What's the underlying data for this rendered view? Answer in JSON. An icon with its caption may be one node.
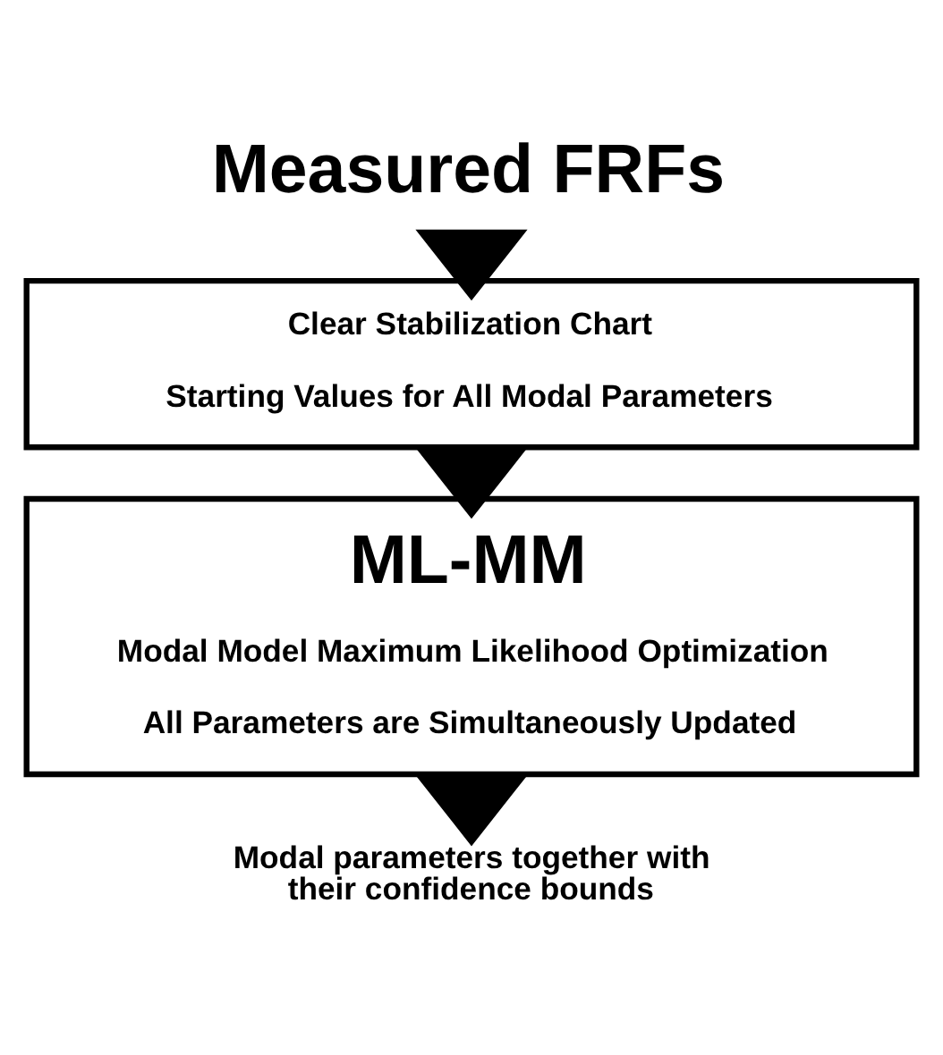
{
  "diagram": {
    "nodes": [
      {
        "text": [
          "Measured FRFs"
        ]
      },
      {
        "text": [
          "Clear Stabilization Chart",
          "Starting Values for All Modal Parameters"
        ]
      },
      {
        "text": [
          "ML-MM",
          "Modal Model Maximum Likelihood Optimization",
          "All Parameters are Simultaneously Updated"
        ]
      },
      {
        "text": [
          "Modal parameters together with their confidence bounds"
        ]
      }
    ],
    "edges": [
      {
        "from": 0,
        "to": 1,
        "arrow": "to",
        "style": "thick"
      },
      {
        "from": 1,
        "to": 2,
        "arrow": "to",
        "style": "thick"
      },
      {
        "from": 2,
        "to": 3,
        "arrow": "to",
        "style": "thick"
      }
    ]
  }
}
